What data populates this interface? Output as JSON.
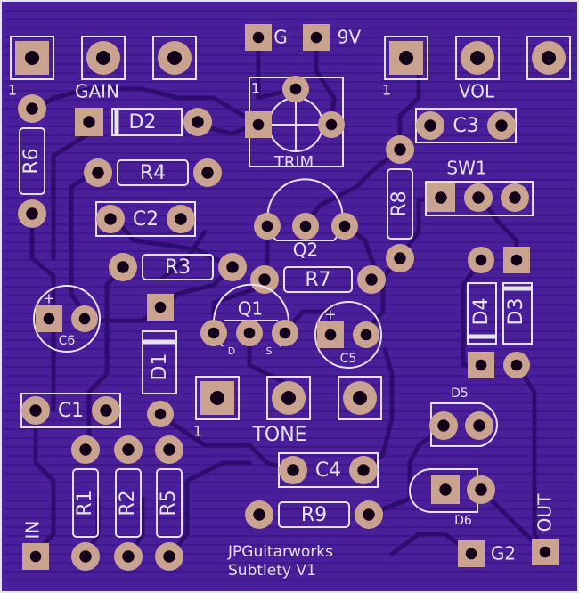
{
  "colors": {
    "board": "#4a1f9a",
    "trace": "#2f0d6e",
    "pad": "#c9a38f",
    "drill": "#120018",
    "silk": "#e6e3ef"
  },
  "labels": {
    "gain_pin1": "1",
    "gain": "GAIN",
    "vol_pin1": "1",
    "vol": "VOL",
    "g": "G",
    "v9": "9V",
    "trim_pin1": "1",
    "trim": "TRIM",
    "d2": "D2",
    "r6": "R6",
    "r4": "R4",
    "c2": "C2",
    "c3": "C3",
    "sw1": "SW1",
    "r8": "R8",
    "q2": "Q2",
    "r3": "R3",
    "r7": "R7",
    "c6": "C6",
    "q1": "Q1",
    "q1_d": "D",
    "q1_s": "S",
    "c5": "C5",
    "d4": "D4",
    "d3": "D3",
    "d1": "D1",
    "c1": "C1",
    "tone_pin1": "1",
    "tone": "TONE",
    "d5": "D5",
    "c4": "C4",
    "d6": "D6",
    "r1": "R1",
    "r2": "R2",
    "r5": "R5",
    "r9": "R9",
    "in": "IN",
    "g2": "G2",
    "out": "OUT",
    "brand_line1": "JPGuitarworks",
    "brand_line2": "Subtlety V1",
    "cap_plus": "+"
  }
}
